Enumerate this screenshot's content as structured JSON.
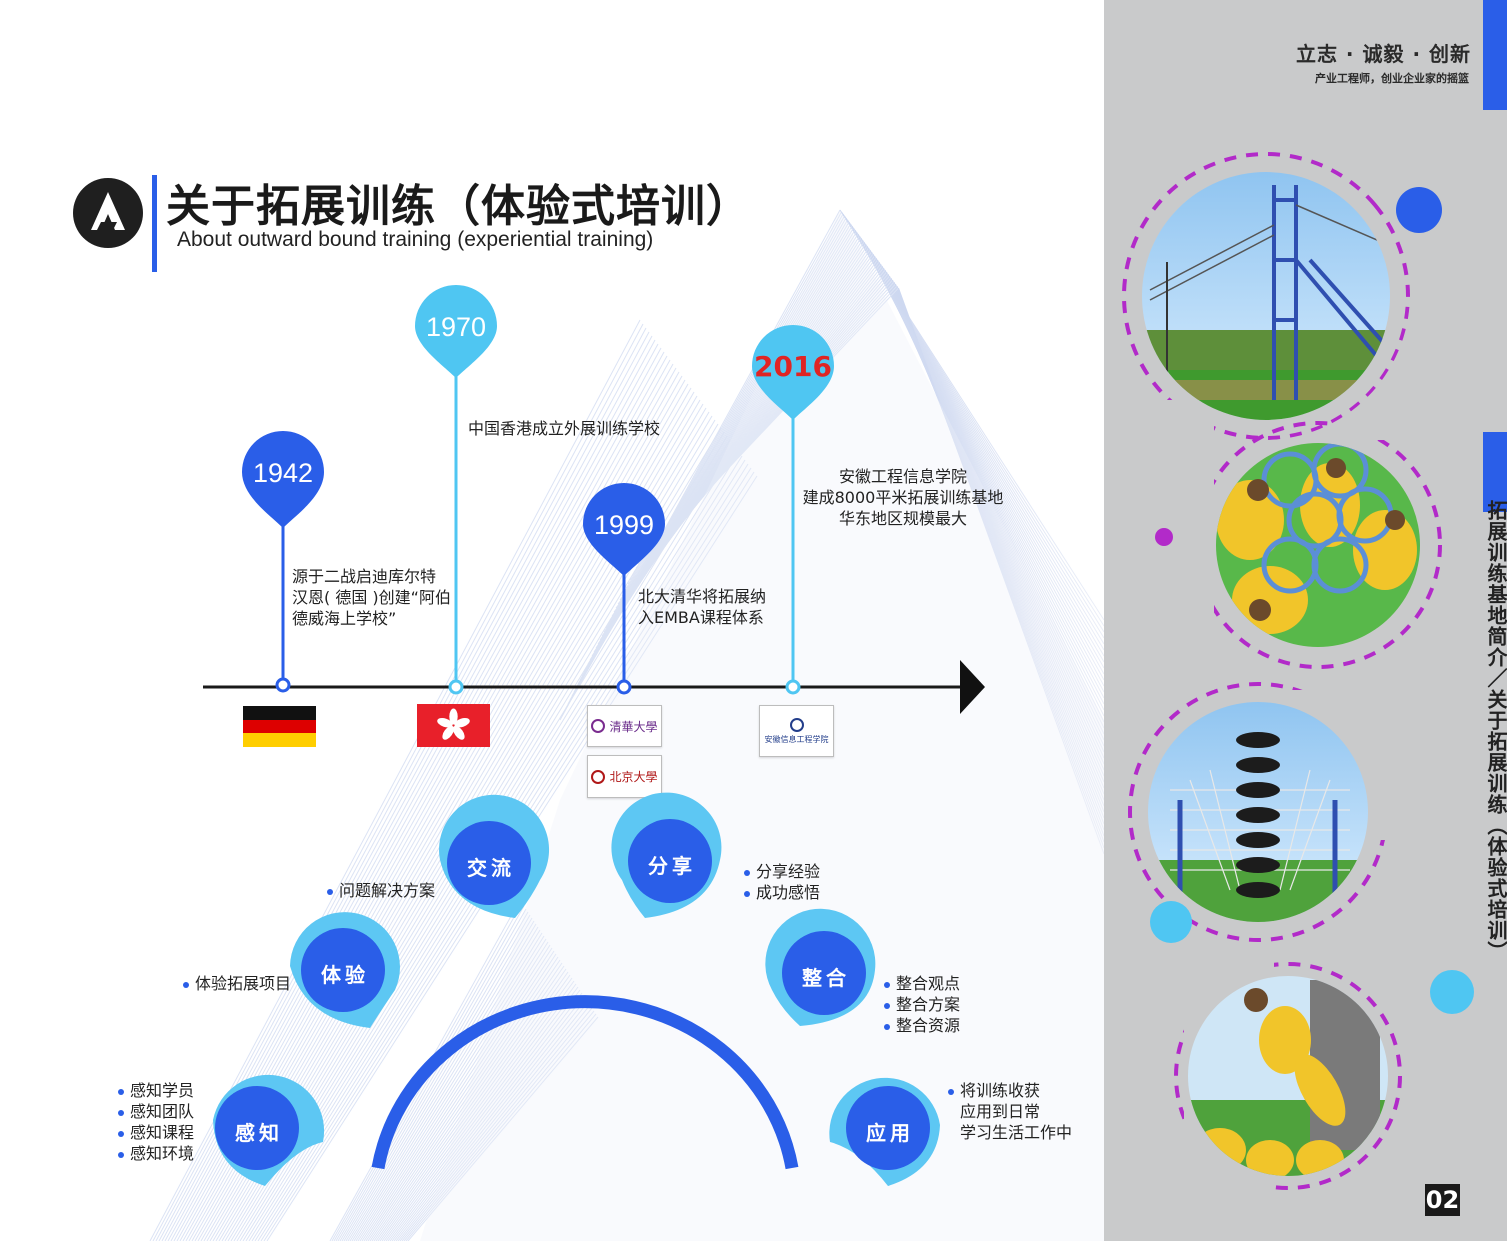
{
  "header": {
    "title_cn": "关于拓展训练（体验式培训）",
    "title_en": "About outward bound training (experiential training)"
  },
  "sidebar": {
    "motto": "立志 · 诚毅 · 创新",
    "tagline": "产业工程师，创业企业家的摇篮",
    "section_title": "拓展训练基地简介／关于拓展训练（体验式培训）",
    "page_number": "02"
  },
  "timeline": [
    {
      "year": "1942",
      "lines": [
        "源于二战启迪库尔特",
        "汉恩( 德国 )创建“阿伯",
        "德威海上学校”"
      ],
      "flag": "germany"
    },
    {
      "year": "1970",
      "lines": [
        "中国香港成立外展训练学校"
      ],
      "flag": "hong-kong"
    },
    {
      "year": "1999",
      "lines": [
        "北大清华将拓展纳",
        "入EMBA课程体系"
      ],
      "logos": [
        "清華大學",
        "北京大學"
      ]
    },
    {
      "year": "2016",
      "lines": [
        "安徽工程信息学院",
        "建成8000平米拓展训练基地",
        "华东地区规模最大"
      ],
      "logos": [
        "安徽信息工程学院"
      ]
    }
  ],
  "cycle": [
    {
      "label": "感知",
      "items": [
        "感知学员",
        "感知团队",
        "感知课程",
        "感知环境"
      ]
    },
    {
      "label": "体验",
      "items": [
        "体验拓展项目"
      ]
    },
    {
      "label": "交流",
      "items": [
        "问题解决方案"
      ]
    },
    {
      "label": "分享",
      "items": [
        "分享经验",
        "成功感悟"
      ]
    },
    {
      "label": "整合",
      "items": [
        "整合观点",
        "整合方案",
        "整合资源"
      ]
    },
    {
      "label": "应用",
      "items": [
        "将训练收获",
        "应用到日常",
        "学习生活工作中"
      ]
    }
  ],
  "photos": [
    "high-ropes-tower-photo",
    "tire-ring-team-photo",
    "tire-net-climb-photo",
    "wall-climb-photo"
  ],
  "colors": {
    "blue": "#2a5ee8",
    "light_blue": "#4fc6f2",
    "purple": "#b22ac9",
    "gray_panel": "#c9cacb",
    "red_year": "#e02424"
  }
}
